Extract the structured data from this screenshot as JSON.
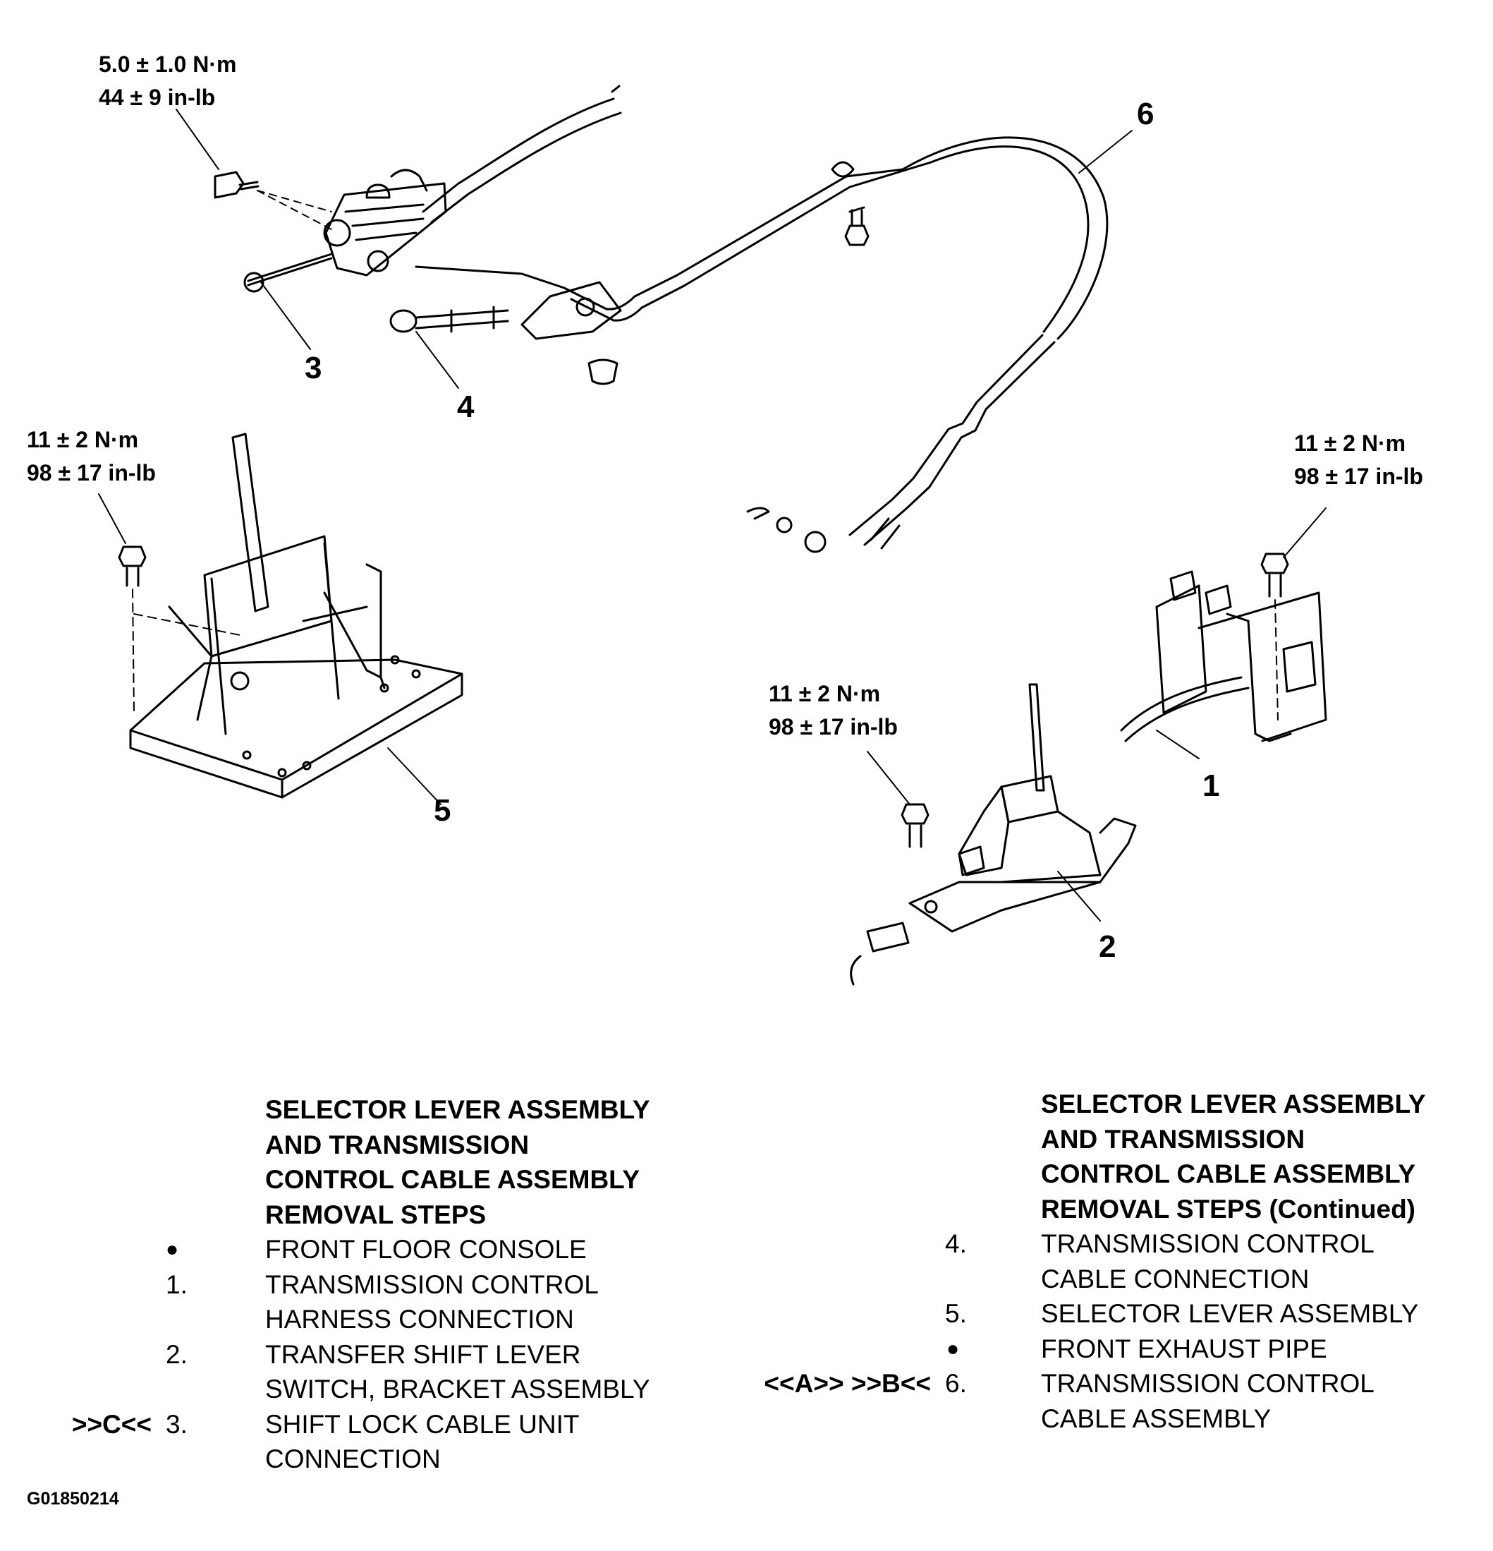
{
  "torque_specs": {
    "t1": {
      "nm": "5.0 ± 1.0 N·m",
      "inlb": "44 ± 9 in-lb"
    },
    "t2": {
      "nm": "11 ± 2 N·m",
      "inlb": "98 ± 17 in-lb"
    },
    "t3": {
      "nm": "11 ± 2 N·m",
      "inlb": "98 ± 17 in-lb"
    },
    "t4": {
      "nm": "11 ± 2 N·m",
      "inlb": "98 ± 17 in-lb"
    }
  },
  "callouts": {
    "c1": "1",
    "c2": "2",
    "c3": "3",
    "c4": "4",
    "c5": "5",
    "c6": "6"
  },
  "left_steps": {
    "heading": [
      "SELECTOR LEVER ASSEMBLY",
      "AND TRANSMISSION",
      "CONTROL CABLE ASSEMBLY",
      "REMOVAL STEPS"
    ],
    "items": [
      {
        "mark": "",
        "num": "●",
        "lines": [
          "FRONT FLOOR CONSOLE"
        ]
      },
      {
        "mark": "",
        "num": "1.",
        "lines": [
          "TRANSMISSION CONTROL",
          "HARNESS CONNECTION"
        ]
      },
      {
        "mark": "",
        "num": "2.",
        "lines": [
          "TRANSFER SHIFT LEVER",
          "SWITCH, BRACKET ASSEMBLY"
        ]
      },
      {
        "mark": ">>C<<",
        "num": "3.",
        "lines": [
          "SHIFT LOCK CABLE UNIT",
          "CONNECTION"
        ]
      }
    ]
  },
  "right_steps": {
    "heading": [
      "SELECTOR LEVER ASSEMBLY",
      "AND TRANSMISSION",
      "CONTROL CABLE ASSEMBLY",
      "REMOVAL STEPS (Continued)"
    ],
    "items": [
      {
        "mark": "",
        "num": "4.",
        "lines": [
          "TRANSMISSION CONTROL",
          "CABLE CONNECTION"
        ]
      },
      {
        "mark": "",
        "num": "5.",
        "lines": [
          "SELECTOR LEVER ASSEMBLY"
        ]
      },
      {
        "mark": "",
        "num": "●",
        "lines": [
          "FRONT EXHAUST PIPE"
        ]
      },
      {
        "mark": "<<A>>  >>B<<",
        "num": "6.",
        "lines": [
          "TRANSMISSION CONTROL",
          "CABLE ASSEMBLY"
        ]
      }
    ]
  },
  "figure_id": "G01850214"
}
